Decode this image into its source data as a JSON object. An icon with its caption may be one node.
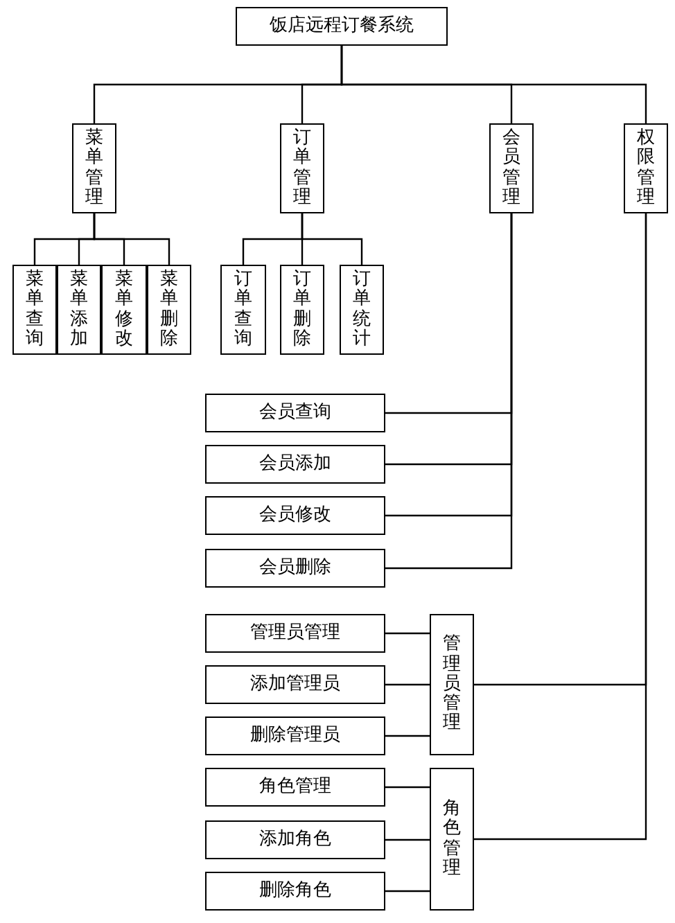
{
  "diagram": {
    "nodes": [
      {
        "text": [
          "饭店远程订餐系统"
        ]
      },
      {
        "text": [
          "菜单管理"
        ]
      },
      {
        "text": [
          "订单管理"
        ]
      },
      {
        "text": [
          "会员管理"
        ]
      },
      {
        "text": [
          "权限管理"
        ]
      },
      {
        "text": [
          "菜单查询"
        ]
      },
      {
        "text": [
          "菜单添加"
        ]
      },
      {
        "text": [
          "菜单修改"
        ]
      },
      {
        "text": [
          "菜单删除"
        ]
      },
      {
        "text": [
          "订单查询"
        ]
      },
      {
        "text": [
          "订单删除"
        ]
      },
      {
        "text": [
          "订单统计"
        ]
      },
      {
        "text": [
          "会员查询"
        ]
      },
      {
        "text": [
          "会员添加"
        ]
      },
      {
        "text": [
          "会员修改"
        ]
      },
      {
        "text": [
          "会员删除"
        ]
      },
      {
        "text": [
          "管理员管理"
        ]
      },
      {
        "text": [
          "添加管理员"
        ]
      },
      {
        "text": [
          "删除管理员"
        ]
      },
      {
        "text": [
          "管理员管理"
        ]
      },
      {
        "text": [
          "角色管理"
        ]
      },
      {
        "text": [
          "添加角色"
        ]
      },
      {
        "text": [
          "删除角色"
        ]
      },
      {
        "text": [
          "角色管理"
        ]
      }
    ],
    "edges": [
      {
        "from": 0,
        "to": 1,
        "arrow": "none"
      },
      {
        "from": 0,
        "to": 2,
        "arrow": "none"
      },
      {
        "from": 0,
        "to": 3,
        "arrow": "none"
      },
      {
        "from": 0,
        "to": 4,
        "arrow": "none"
      },
      {
        "from": 1,
        "to": 5,
        "arrow": "none"
      },
      {
        "from": 1,
        "to": 6,
        "arrow": "none"
      },
      {
        "from": 1,
        "to": 7,
        "arrow": "none"
      },
      {
        "from": 1,
        "to": 8,
        "arrow": "none"
      },
      {
        "from": 2,
        "to": 9,
        "arrow": "none"
      },
      {
        "from": 2,
        "to": 10,
        "arrow": "none"
      },
      {
        "from": 2,
        "to": 11,
        "arrow": "none"
      },
      {
        "from": 3,
        "to": 12,
        "arrow": "none"
      },
      {
        "from": 3,
        "to": 13,
        "arrow": "none"
      },
      {
        "from": 3,
        "to": 14,
        "arrow": "none"
      },
      {
        "from": 3,
        "to": 15,
        "arrow": "none"
      },
      {
        "from": 4,
        "to": 19,
        "arrow": "none"
      },
      {
        "from": 4,
        "to": 23,
        "arrow": "none"
      },
      {
        "from": 19,
        "to": 16,
        "arrow": "none"
      },
      {
        "from": 19,
        "to": 17,
        "arrow": "none"
      },
      {
        "from": 19,
        "to": 18,
        "arrow": "none"
      },
      {
        "from": 23,
        "to": 20,
        "arrow": "none"
      },
      {
        "from": 23,
        "to": 21,
        "arrow": "none"
      },
      {
        "from": 23,
        "to": 22,
        "arrow": "none"
      }
    ]
  }
}
